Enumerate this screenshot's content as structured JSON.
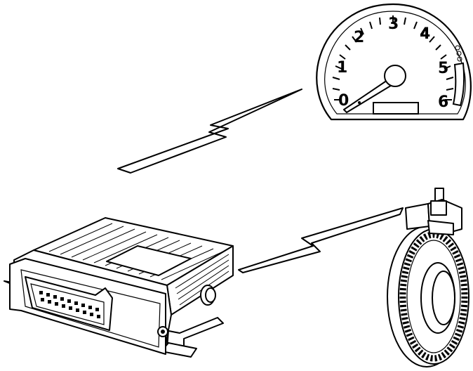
{
  "gauge": {
    "numbers": [
      "0",
      "1",
      "2",
      "3",
      "4",
      "5",
      "6"
    ]
  },
  "icons": {
    "ecu": "engine-control-unit-icon",
    "gauge": "tachometer-icon",
    "sensor": "toothed-wheel-sensor-icon",
    "signal": "lightning-signal-icon"
  }
}
